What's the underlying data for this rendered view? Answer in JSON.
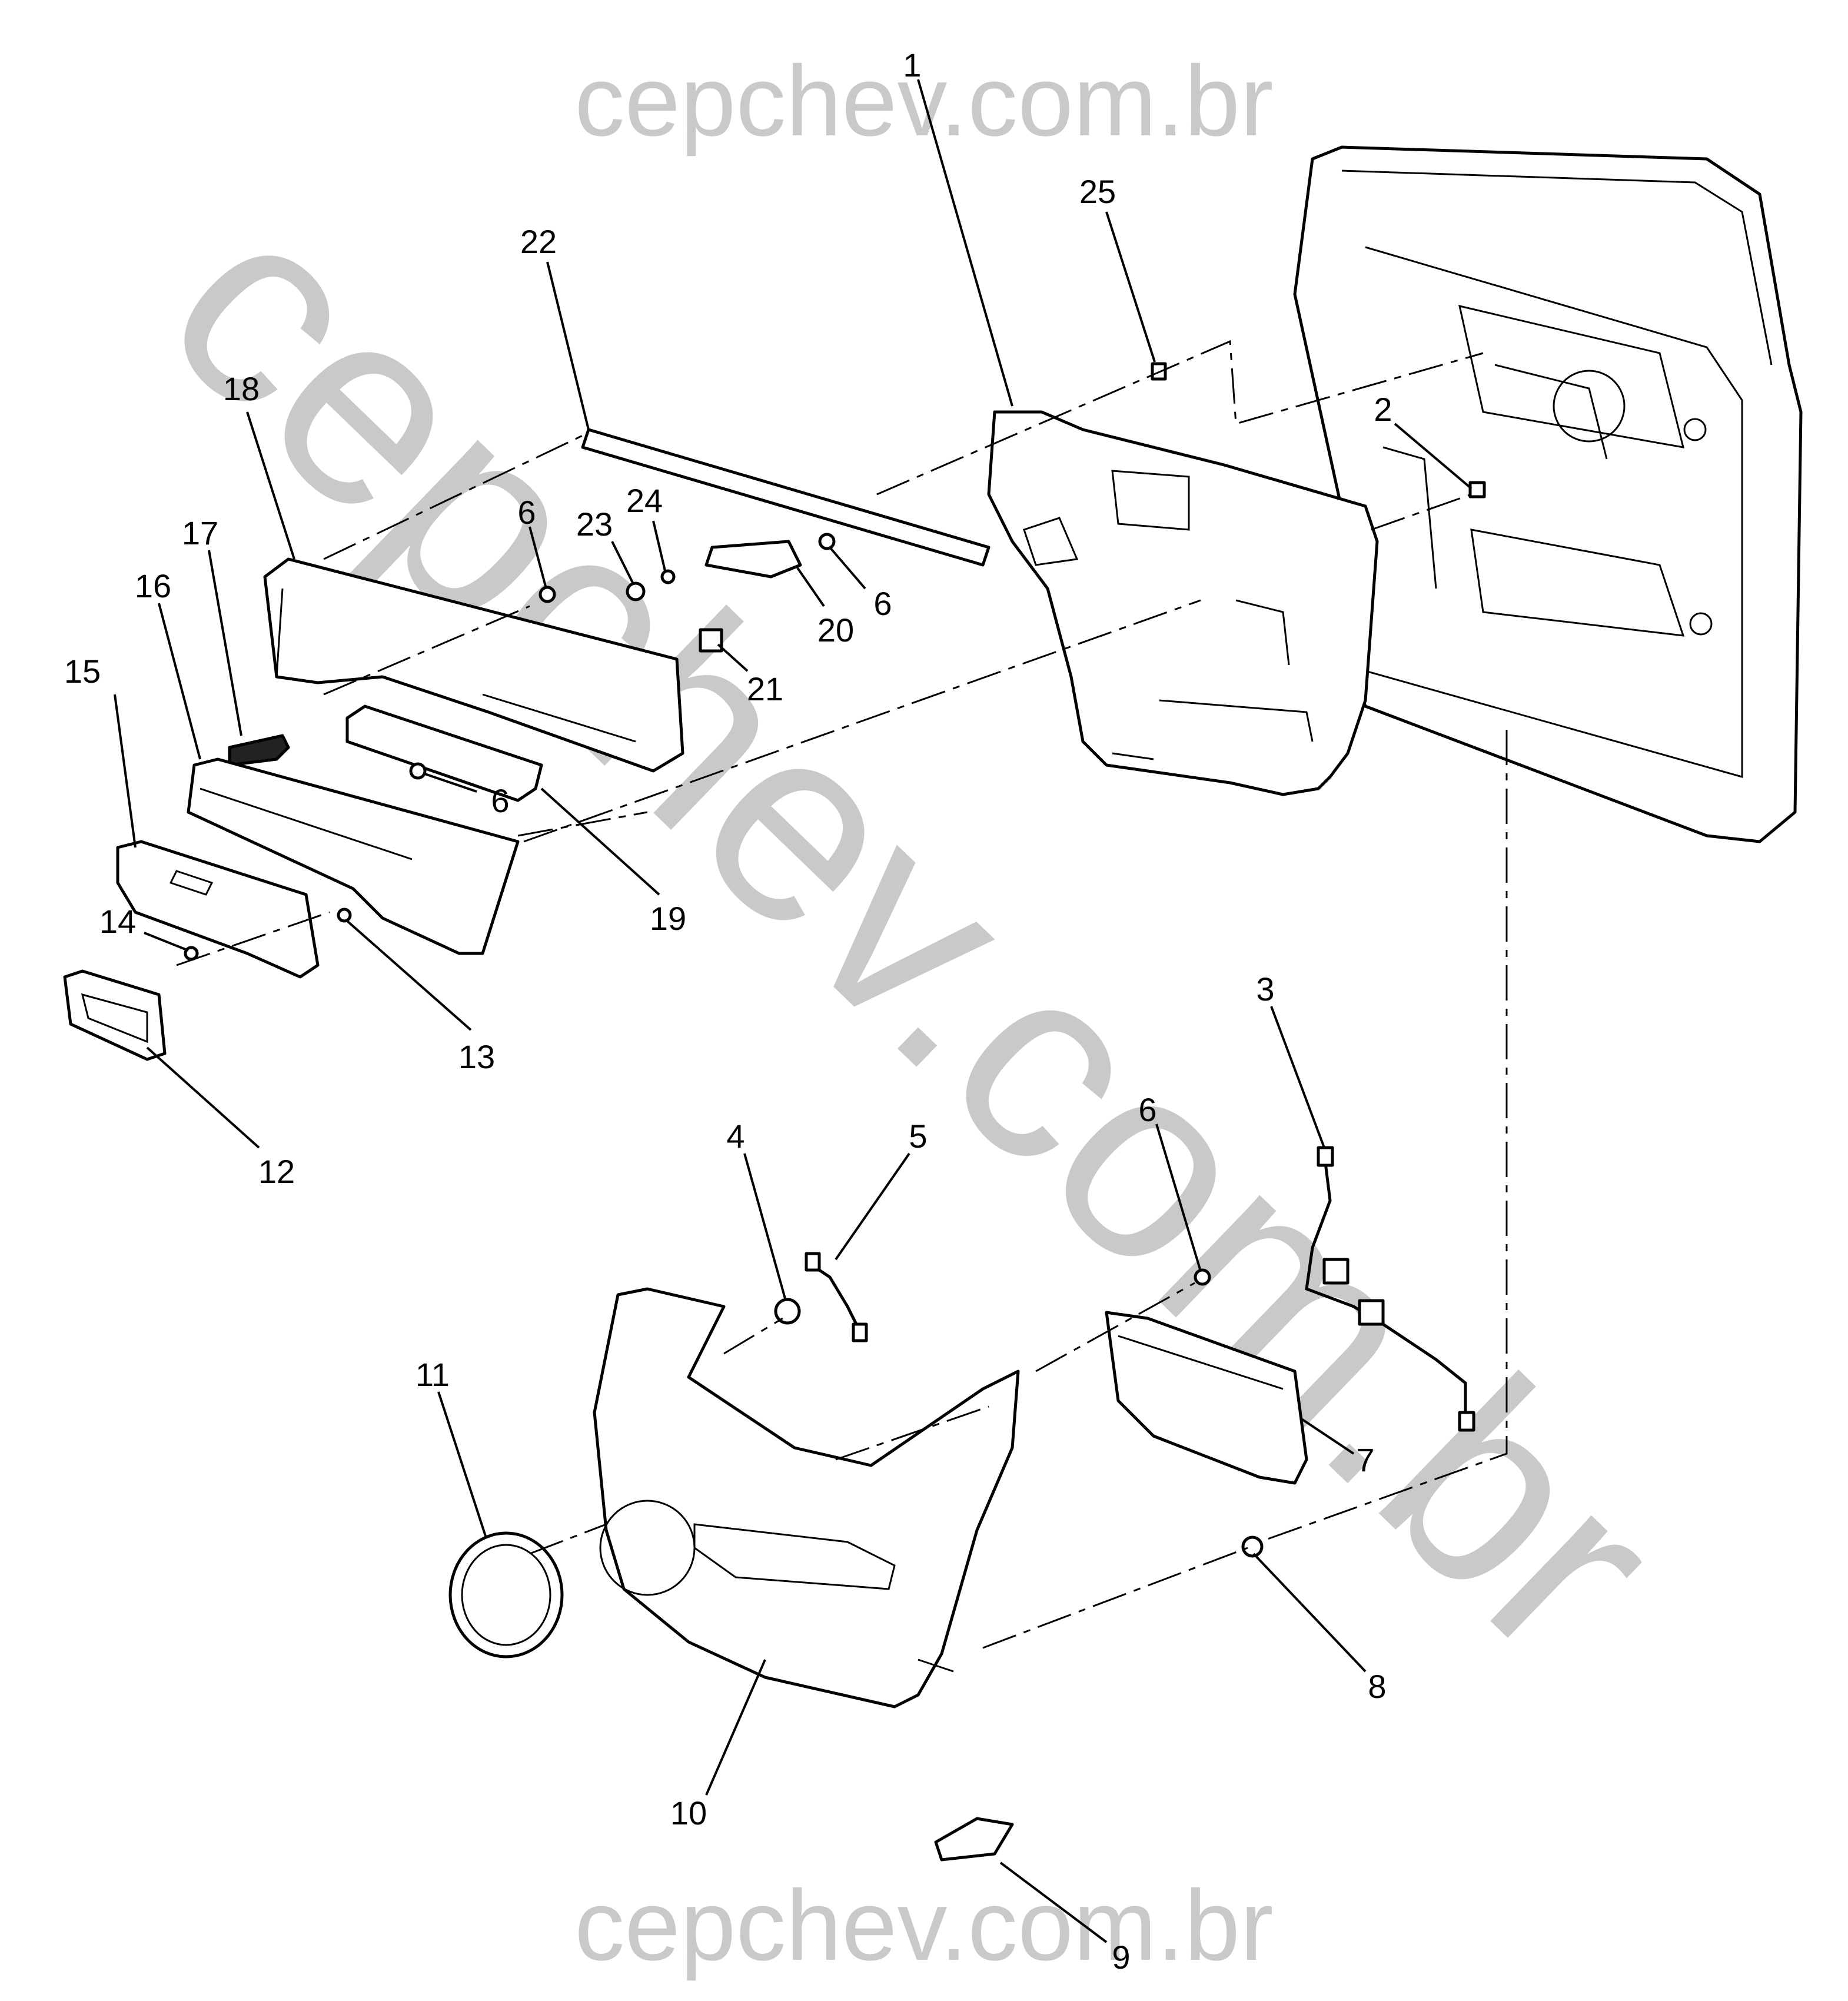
{
  "watermarks": {
    "top": "cepchev.com.br",
    "bottom": "cepchev.com.br",
    "diagonal": "cepchev.com.br"
  },
  "callouts": {
    "c1": "1",
    "c2": "2",
    "c3": "3",
    "c4": "4",
    "c5": "5",
    "c6a": "6",
    "c6b": "6",
    "c6c": "6",
    "c6d": "6",
    "c7": "7",
    "c8": "8",
    "c9": "9",
    "c10": "10",
    "c11": "11",
    "c12": "12",
    "c13": "13",
    "c14": "14",
    "c15": "15",
    "c16": "16",
    "c17": "17",
    "c18": "18",
    "c19": "19",
    "c20": "20",
    "c21": "21",
    "c22": "22",
    "c23": "23",
    "c24": "24",
    "c25": "25"
  }
}
